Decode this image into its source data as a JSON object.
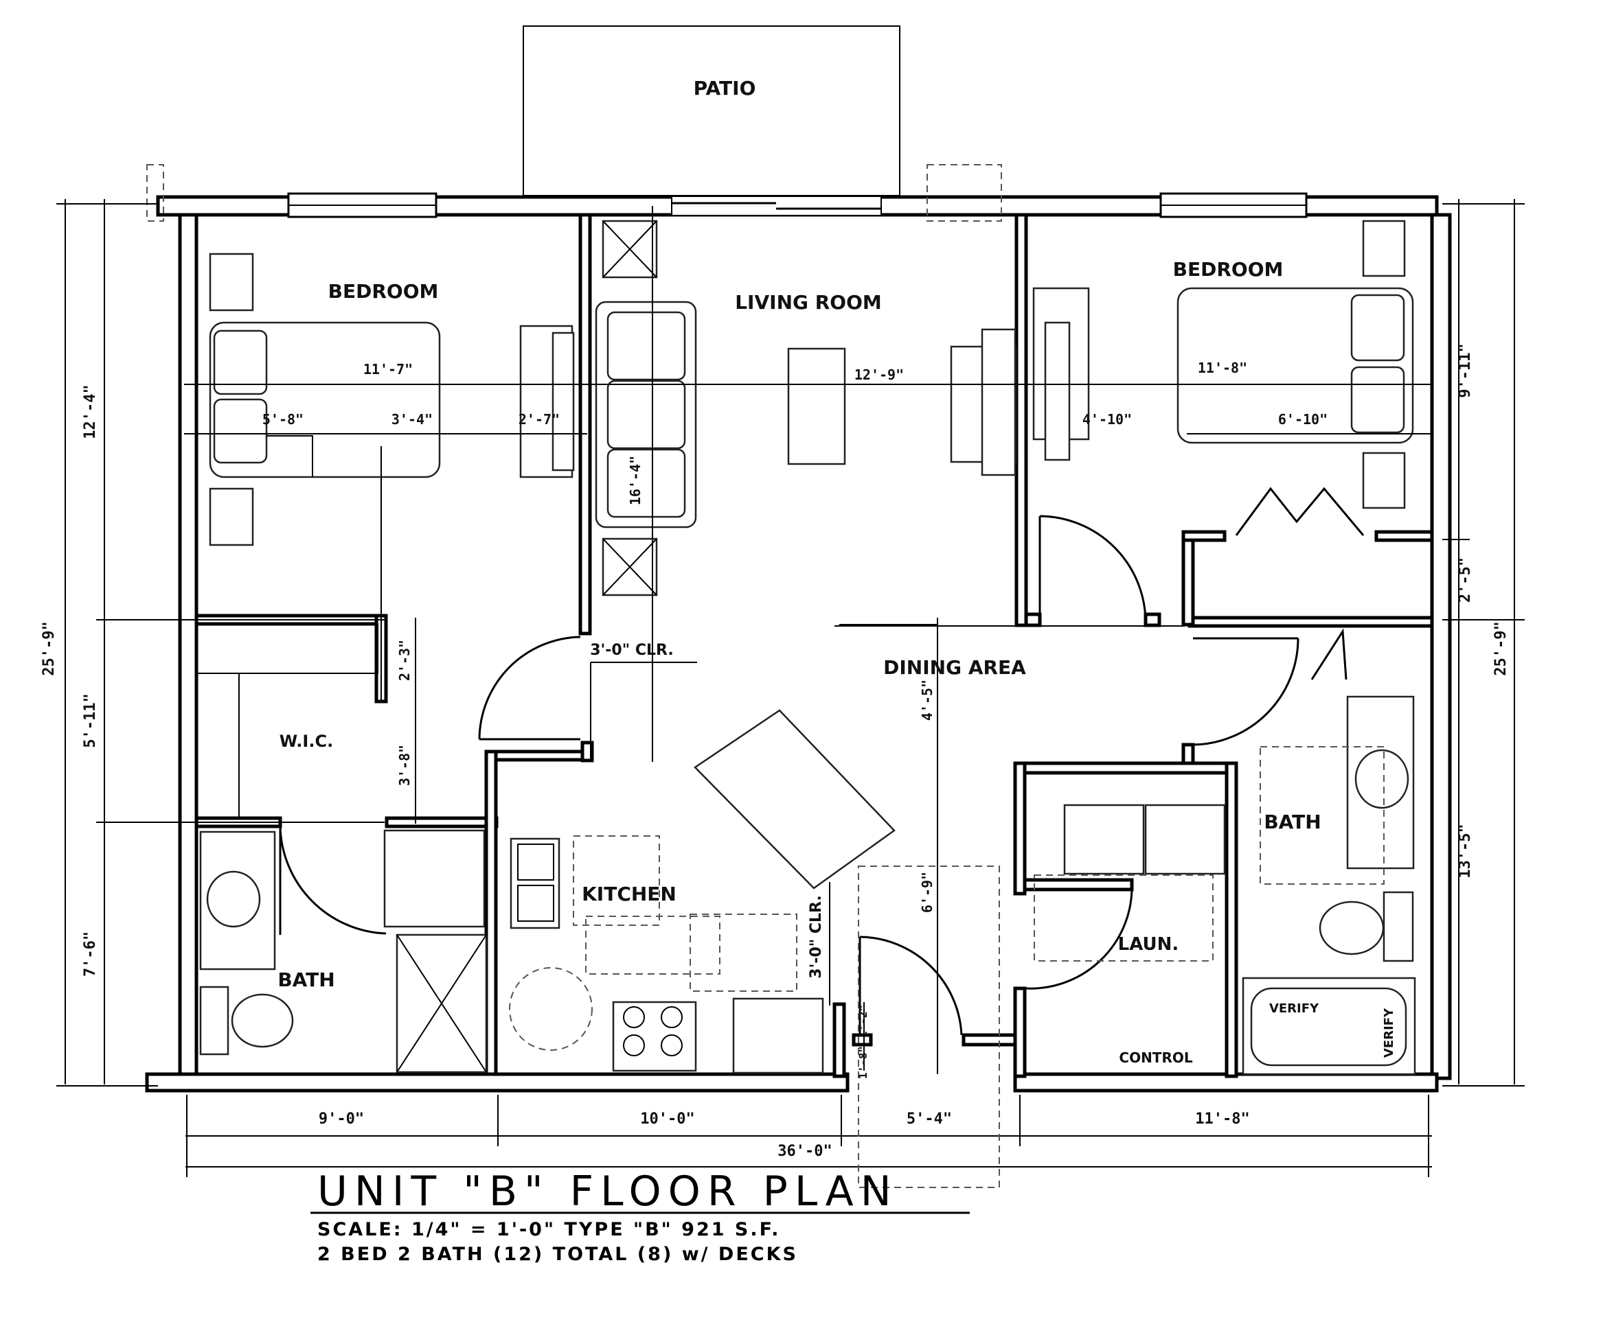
{
  "rooms": {
    "patio": "PATIO",
    "bedroom_left": "BEDROOM",
    "living_room": "LIVING ROOM",
    "bedroom_right": "BEDROOM",
    "wic": "W.I.C.",
    "dining": "DINING AREA",
    "kitchen": "KITCHEN",
    "bath_left": "BATH",
    "bath_right": "BATH",
    "laundry": "LAUN.",
    "control": "CONTROL"
  },
  "notes": {
    "verify_h": "VERIFY",
    "verify_v": "VERIFY",
    "clr_top": "3'-0\" CLR.",
    "clr_kitchen": "3'-0\" CLR."
  },
  "dims": {
    "left_total": "25'-9\"",
    "left_a": "12'-4\"",
    "left_b": "5'-11\"",
    "left_c": "7'-6\"",
    "right_total": "25'-9\"",
    "right_a": "9'-11\"",
    "right_b": "2'-5\"",
    "right_c": "13'-5\"",
    "bottom_a": "9'-0\"",
    "bottom_b": "10'-0\"",
    "bottom_c": "5'-4\"",
    "bottom_d": "11'-8\"",
    "bottom_total": "36'-0\"",
    "bed_left_w": "11'-7\"",
    "bed_left_a": "5'-8\"",
    "bed_left_b": "3'-4\"",
    "bed_left_c": "2'-7\"",
    "living_w": "12'-9\"",
    "living_h": "16'-4\"",
    "bed_right_w": "11'-8\"",
    "bed_right_a": "4'-10\"",
    "bed_right_b": "6'-10\"",
    "wic_a": "2'-3\"",
    "wic_b": "3'-8\"",
    "dining_h": "4'-5\"",
    "dining_h2": "6'-9\"",
    "entry_a": "1'-2\"",
    "entry_b": "1'-8\""
  },
  "title": {
    "main": "UNIT \"B\" FLOOR PLAN",
    "line1": "SCALE: 1/4\" = 1'-0\"   TYPE \"B\" 921 S.F.",
    "line2": "2 BED 2 BATH (12) TOTAL (8) w/ DECKS"
  }
}
